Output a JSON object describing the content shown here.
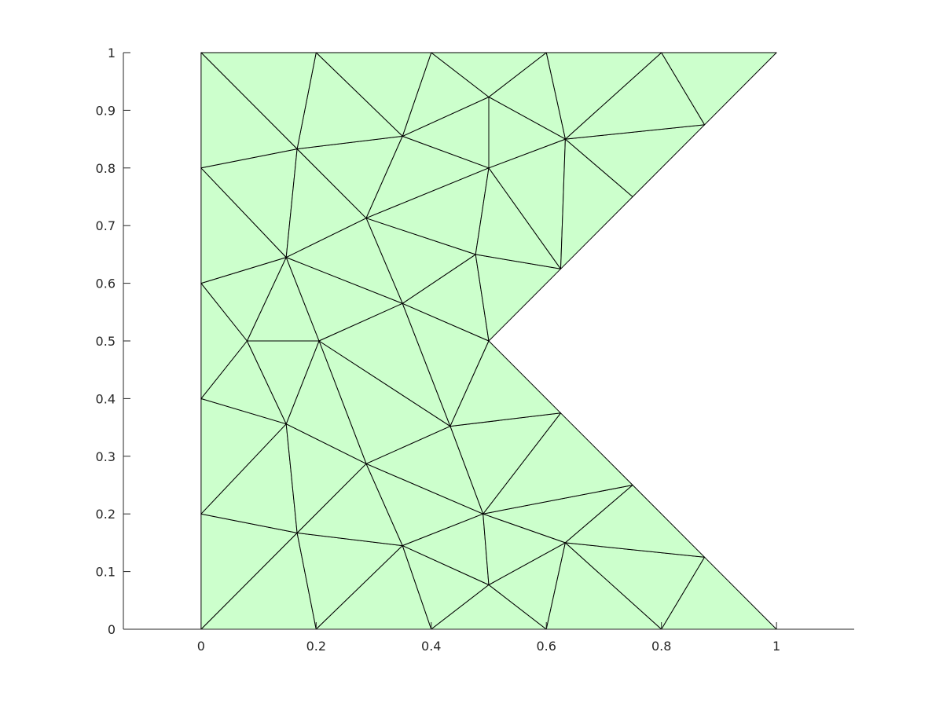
{
  "chart_data": {
    "type": "mesh",
    "title": "",
    "xlabel": "",
    "ylabel": "",
    "xlim": [
      -0.135,
      1.135
    ],
    "ylim": [
      0,
      1
    ],
    "x_ticks": [
      0,
      0.2,
      0.4,
      0.6,
      0.8,
      1
    ],
    "x_tick_labels": [
      "0",
      "0.2",
      "0.4",
      "0.6",
      "0.8",
      "1"
    ],
    "y_ticks": [
      0,
      0.1,
      0.2,
      0.3,
      0.4,
      0.5,
      0.6,
      0.7,
      0.8,
      0.9,
      1
    ],
    "y_tick_labels": [
      "0",
      "0.1",
      "0.2",
      "0.3",
      "0.4",
      "0.5",
      "0.6",
      "0.7",
      "0.8",
      "0.9",
      "1"
    ],
    "grid": false,
    "face_color": "#ccffcc",
    "edge_color": "#000000",
    "domain_boundary": [
      [
        0,
        0
      ],
      [
        1,
        0
      ],
      [
        0.5,
        0.5
      ],
      [
        1,
        1
      ],
      [
        0,
        1
      ]
    ],
    "nodes": [
      [
        0,
        0
      ],
      [
        0.2,
        0
      ],
      [
        0.4,
        0
      ],
      [
        0.6,
        0
      ],
      [
        0.8,
        0
      ],
      [
        1,
        0
      ],
      [
        0,
        0.2
      ],
      [
        0,
        0.4
      ],
      [
        0,
        0.6
      ],
      [
        0,
        0.8
      ],
      [
        0,
        1
      ],
      [
        0.2,
        1
      ],
      [
        0.4,
        1
      ],
      [
        0.6,
        1
      ],
      [
        0.8,
        1
      ],
      [
        1,
        1
      ],
      [
        0.875,
        0.125
      ],
      [
        0.75,
        0.25
      ],
      [
        0.625,
        0.375
      ],
      [
        0.5,
        0.5
      ],
      [
        0.625,
        0.625
      ],
      [
        0.75,
        0.75
      ],
      [
        0.875,
        0.875
      ],
      [
        0.167,
        0.167
      ],
      [
        0.35,
        0.145
      ],
      [
        0.5,
        0.077
      ],
      [
        0.49,
        0.2
      ],
      [
        0.633,
        0.15
      ],
      [
        0.287,
        0.287
      ],
      [
        0.433,
        0.352
      ],
      [
        0.148,
        0.356
      ],
      [
        0.08,
        0.5
      ],
      [
        0.205,
        0.5
      ],
      [
        0.35,
        0.565
      ],
      [
        0.148,
        0.645
      ],
      [
        0.287,
        0.713
      ],
      [
        0.477,
        0.65
      ],
      [
        0.167,
        0.833
      ],
      [
        0.35,
        0.855
      ],
      [
        0.5,
        0.8
      ],
      [
        0.5,
        0.923
      ],
      [
        0.633,
        0.85
      ]
    ],
    "triangles": [
      [
        0,
        1,
        23
      ],
      [
        1,
        24,
        23
      ],
      [
        1,
        2,
        24
      ],
      [
        2,
        25,
        24
      ],
      [
        2,
        3,
        25
      ],
      [
        3,
        27,
        25
      ],
      [
        3,
        4,
        27
      ],
      [
        4,
        16,
        27
      ],
      [
        4,
        5,
        16
      ],
      [
        0,
        23,
        6
      ],
      [
        6,
        23,
        30
      ],
      [
        6,
        30,
        7
      ],
      [
        23,
        24,
        28
      ],
      [
        23,
        28,
        30
      ],
      [
        24,
        26,
        28
      ],
      [
        24,
        25,
        26
      ],
      [
        25,
        27,
        26
      ],
      [
        27,
        17,
        26
      ],
      [
        27,
        16,
        17
      ],
      [
        26,
        17,
        18
      ],
      [
        26,
        18,
        29
      ],
      [
        28,
        26,
        29
      ],
      [
        28,
        29,
        32
      ],
      [
        28,
        32,
        30
      ],
      [
        7,
        30,
        31
      ],
      [
        30,
        32,
        31
      ],
      [
        7,
        31,
        8
      ],
      [
        31,
        32,
        34
      ],
      [
        31,
        34,
        8
      ],
      [
        32,
        33,
        34
      ],
      [
        32,
        29,
        33
      ],
      [
        29,
        19,
        33
      ],
      [
        29,
        18,
        19
      ],
      [
        33,
        19,
        36
      ],
      [
        19,
        20,
        36
      ],
      [
        33,
        36,
        35
      ],
      [
        33,
        35,
        34
      ],
      [
        8,
        34,
        9
      ],
      [
        34,
        37,
        9
      ],
      [
        34,
        35,
        37
      ],
      [
        35,
        38,
        37
      ],
      [
        35,
        39,
        38
      ],
      [
        35,
        36,
        39
      ],
      [
        36,
        20,
        39
      ],
      [
        39,
        20,
        41
      ],
      [
        20,
        21,
        41
      ],
      [
        41,
        21,
        22
      ],
      [
        41,
        22,
        14
      ],
      [
        22,
        15,
        14
      ],
      [
        13,
        41,
        14
      ],
      [
        40,
        41,
        13
      ],
      [
        39,
        41,
        40
      ],
      [
        38,
        39,
        40
      ],
      [
        38,
        40,
        12
      ],
      [
        40,
        13,
        12
      ],
      [
        11,
        38,
        12
      ],
      [
        11,
        37,
        38
      ],
      [
        10,
        37,
        11
      ],
      [
        9,
        37,
        10
      ]
    ]
  }
}
